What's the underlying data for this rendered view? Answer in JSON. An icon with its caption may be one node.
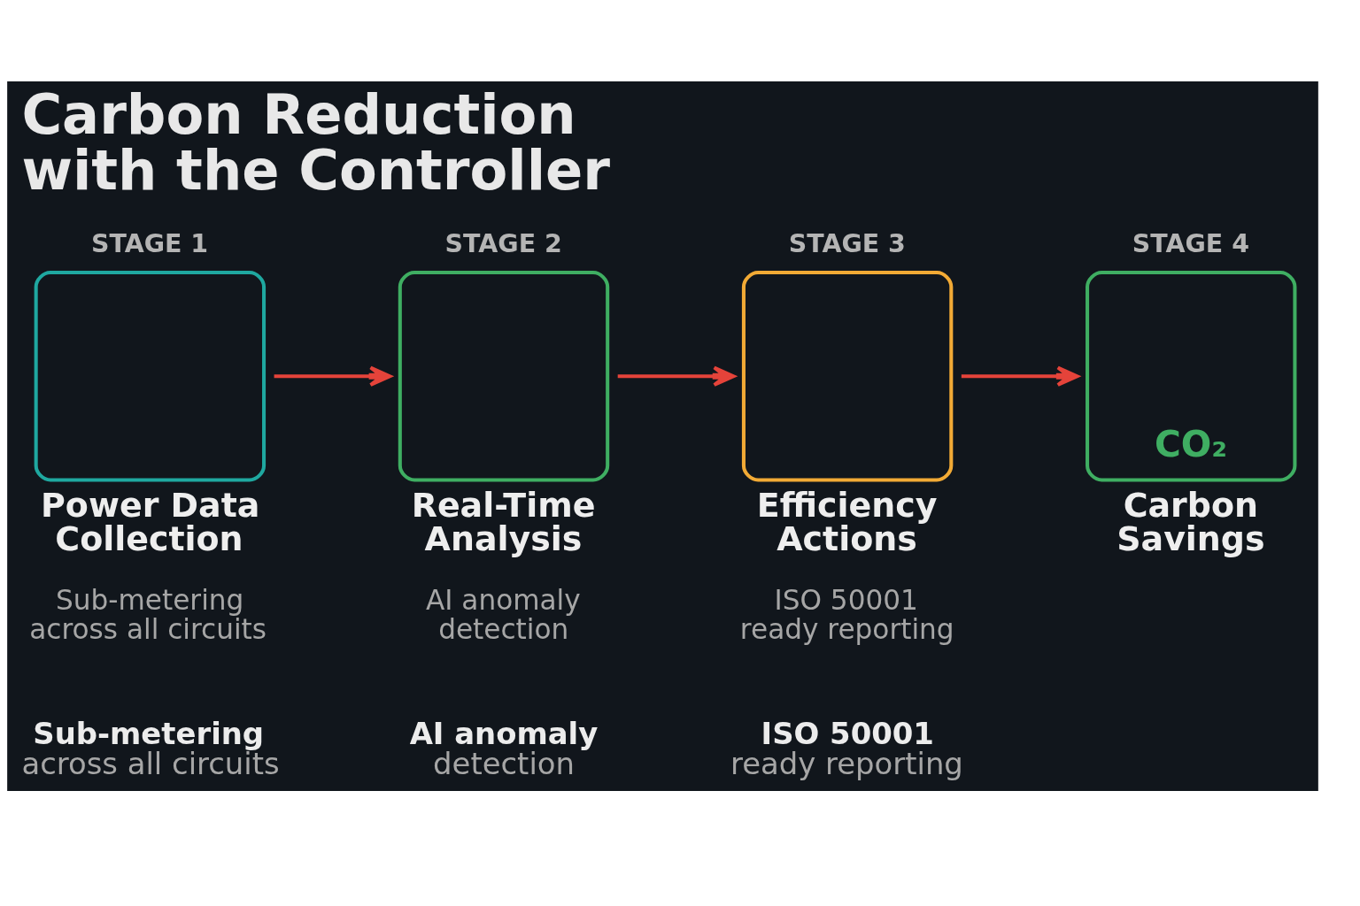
{
  "diagram": {
    "title": "Carbon Reduction with the Controller",
    "nodes": [
      {
        "text": [
          "STAGE 1"
        ],
        "beside": [
          "Power Data Collection",
          "Sub-metering across all circuits"
        ]
      },
      {
        "text": [
          "STAGE 2"
        ],
        "beside": [
          "Real-Time Analysis",
          "AI anomaly detection"
        ]
      },
      {
        "text": [
          "STAGE 3"
        ],
        "beside": [
          "Efficiency Actions",
          "ISO 50001 ready reporting"
        ]
      },
      {
        "text": [
          "STAGE 4",
          "CO₂"
        ],
        "beside": [
          "Carbon Savings"
        ]
      }
    ],
    "edges": [
      {
        "from": 0,
        "to": 1,
        "arrow": "to",
        "color": "#e5433a"
      },
      {
        "from": 1,
        "to": 2,
        "arrow": "to",
        "color": "#e5433a"
      },
      {
        "from": 2,
        "to": 3,
        "arrow": "to",
        "color": "#e5433a"
      }
    ],
    "labels": [
      "Sub-metering across all circuits",
      "AI anomaly detection",
      "ISO 50001 ready reporting"
    ]
  }
}
